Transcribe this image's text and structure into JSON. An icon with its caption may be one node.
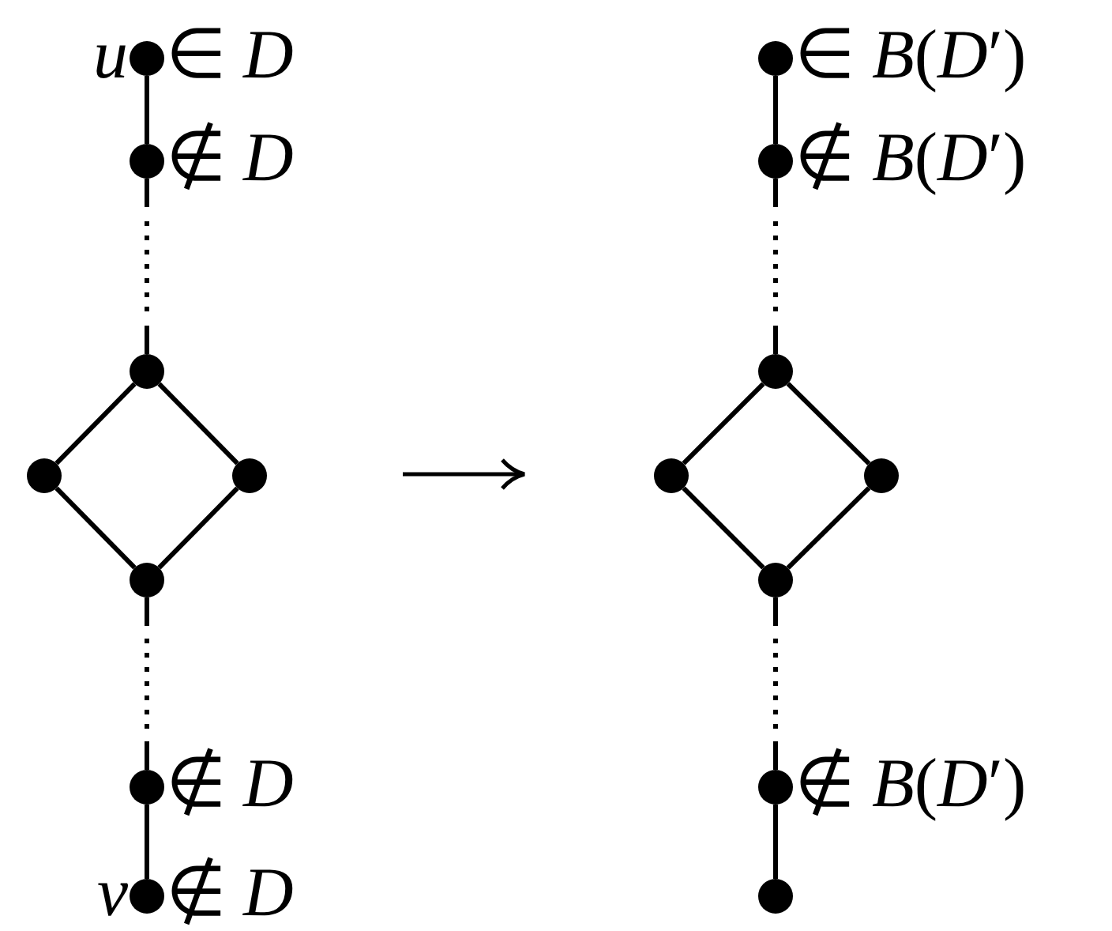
{
  "diagram": {
    "nodes": [
      {
        "text": [],
        "shape": "circle",
        "beside": [
          "u",
          "∈ *D*"
        ]
      },
      {
        "text": [],
        "shape": "circle",
        "beside": [
          "∉ *D*"
        ]
      },
      {
        "text": [],
        "shape": "circle"
      },
      {
        "text": [],
        "shape": "circle"
      },
      {
        "text": [],
        "shape": "circle"
      },
      {
        "text": [],
        "shape": "circle"
      },
      {
        "text": [],
        "shape": "circle",
        "beside": [
          "∉ *D*"
        ]
      },
      {
        "text": [],
        "shape": "circle",
        "beside": [
          "v",
          "∉ *D*"
        ]
      },
      {
        "text": [],
        "shape": "circle",
        "beside": [
          "∈ *B*(*D*′)"
        ]
      },
      {
        "text": [],
        "shape": "circle",
        "beside": [
          "∉ *B*(*D*′)"
        ]
      },
      {
        "text": [],
        "shape": "circle"
      },
      {
        "text": [],
        "shape": "circle"
      },
      {
        "text": [],
        "shape": "circle"
      },
      {
        "text": [],
        "shape": "circle"
      },
      {
        "text": [],
        "shape": "circle",
        "beside": [
          "∉ *B*(*D*′)"
        ]
      },
      {
        "text": [],
        "shape": "circle"
      }
    ],
    "edges": [
      {
        "from": 0,
        "to": 1,
        "arrow": "none"
      },
      {
        "from": 1,
        "to": 2,
        "arrow": "none",
        "style": "dashed"
      },
      {
        "from": 2,
        "to": 3,
        "arrow": "none"
      },
      {
        "from": 2,
        "to": 4,
        "arrow": "none"
      },
      {
        "from": 3,
        "to": 5,
        "arrow": "none"
      },
      {
        "from": 4,
        "to": 5,
        "arrow": "none"
      },
      {
        "from": 5,
        "to": 6,
        "arrow": "none",
        "style": "dashed"
      },
      {
        "from": 6,
        "to": 7,
        "arrow": "none"
      },
      {
        "from": 8,
        "to": 9,
        "arrow": "none"
      },
      {
        "from": 9,
        "to": 10,
        "arrow": "none",
        "style": "dashed"
      },
      {
        "from": 10,
        "to": 11,
        "arrow": "none"
      },
      {
        "from": 10,
        "to": 12,
        "arrow": "none"
      },
      {
        "from": 11,
        "to": 13,
        "arrow": "none"
      },
      {
        "from": 12,
        "to": 13,
        "arrow": "none"
      },
      {
        "from": 13,
        "to": 14,
        "arrow": "none",
        "style": "dashed"
      },
      {
        "from": 14,
        "to": 15,
        "arrow": "none"
      }
    ]
  }
}
